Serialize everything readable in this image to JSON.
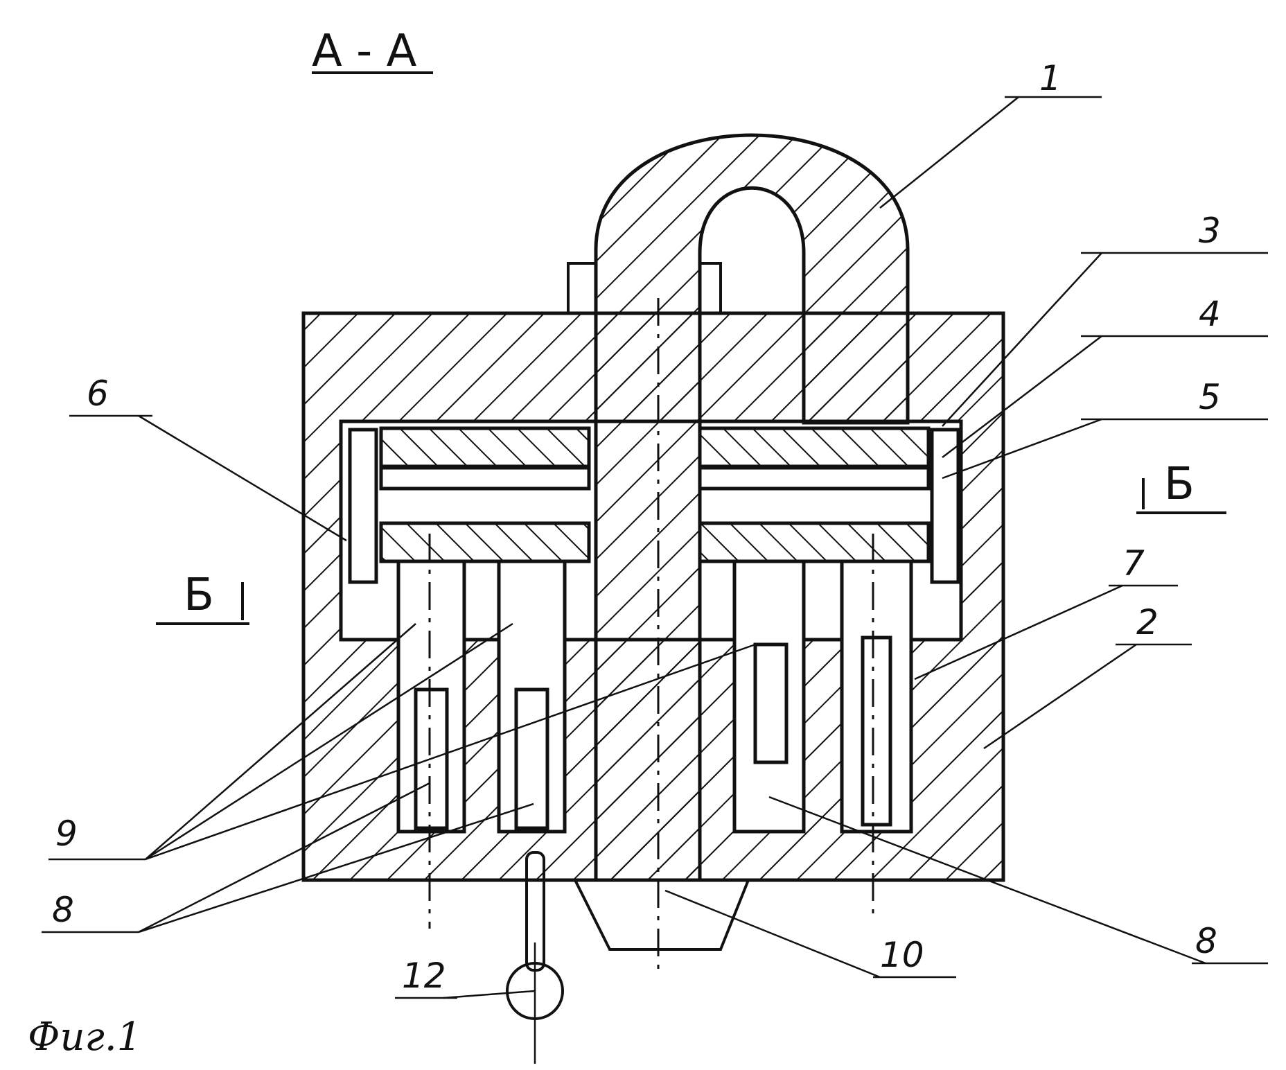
{
  "title": "А - А",
  "figure_caption": "Фиг.1",
  "section_mark": "Б",
  "callouts": [
    "1",
    "2",
    "3",
    "4",
    "5",
    "6",
    "7",
    "8",
    "9",
    "8",
    "10",
    "12"
  ],
  "colors": {
    "ink": "#111111",
    "paper": "#ffffff"
  }
}
